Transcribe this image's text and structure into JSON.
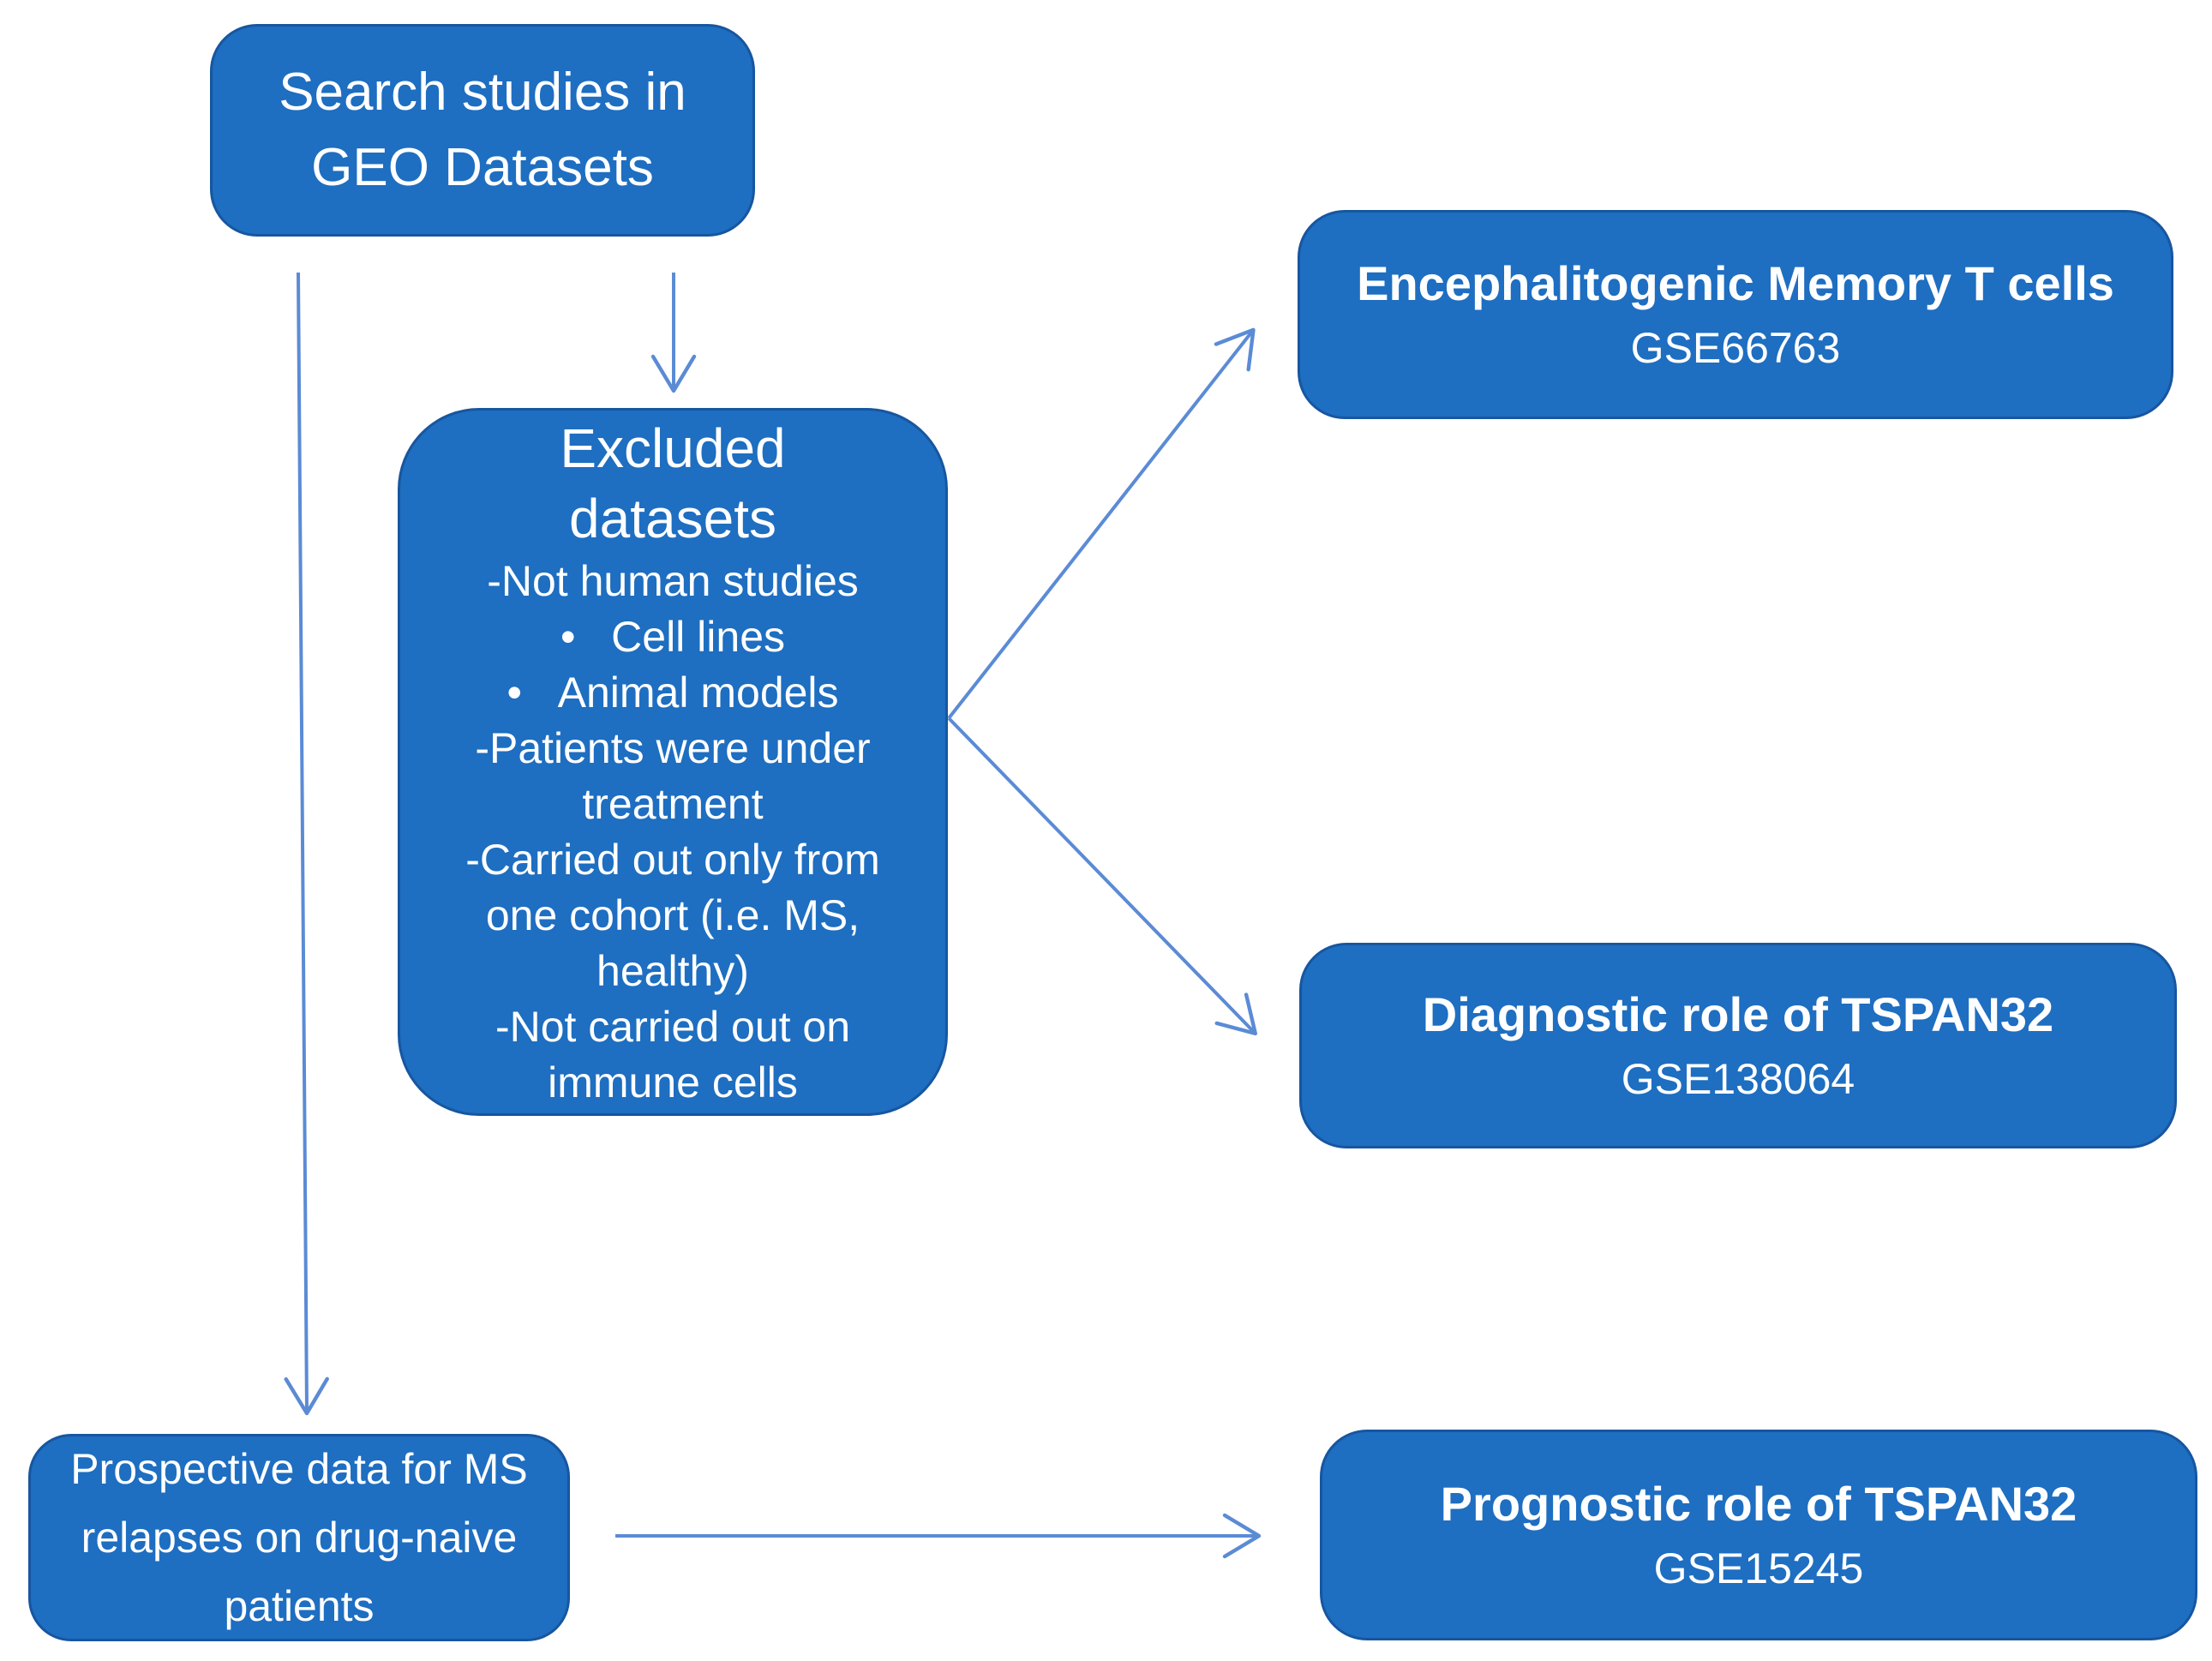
{
  "colors": {
    "background": "#FFFFFF",
    "box_fill": "#1E6EC1",
    "box_border": "#1756A0",
    "arrow": "#5B8BD5",
    "text": "#FFFFFF"
  },
  "boxes": {
    "search": {
      "lines": [
        "Search studies in",
        "GEO Datasets"
      ]
    },
    "excluded": {
      "title_lines": [
        "Excluded",
        "datasets"
      ],
      "body_lines": [
        "-Not human studies",
        "•   Cell lines",
        "•   Animal models",
        "-Patients were under",
        "treatment",
        "-Carried out only from",
        "one cohort (i.e. MS,",
        "healthy)",
        "-Not carried out on",
        "immune cells"
      ]
    },
    "encephalitogenic": {
      "title": "Encephalitogenic Memory T cells",
      "dataset_id": "GSE66763"
    },
    "diagnostic": {
      "title": "Diagnostic role of TSPAN32",
      "dataset_id": "GSE138064"
    },
    "prospective": {
      "lines": [
        "Prospective data for MS",
        "relapses on drug-naive",
        "patients"
      ]
    },
    "prognostic": {
      "title": "Prognostic role of TSPAN32",
      "dataset_id": "GSE15245"
    }
  },
  "connections": [
    {
      "from": "search",
      "to": "excluded"
    },
    {
      "from": "search",
      "to": "prospective"
    },
    {
      "from": "excluded",
      "to": "encephalitogenic"
    },
    {
      "from": "excluded",
      "to": "diagnostic"
    },
    {
      "from": "prospective",
      "to": "prognostic"
    }
  ]
}
